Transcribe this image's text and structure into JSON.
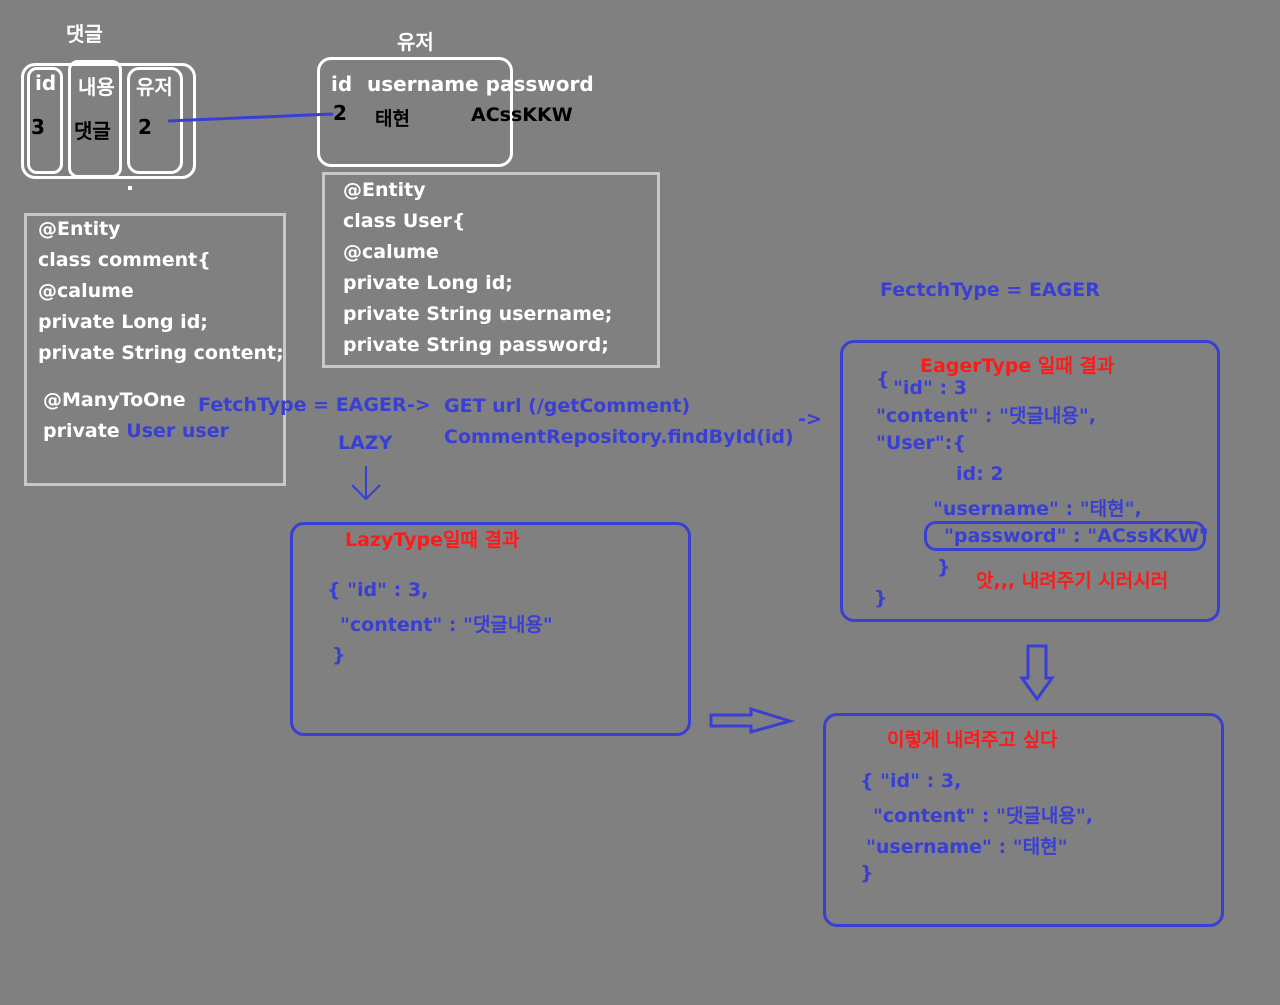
{
  "comment_table": {
    "title": "댓글",
    "headers": [
      "id",
      "내용",
      "유저"
    ],
    "row": [
      "3",
      "댓글",
      "2"
    ]
  },
  "user_table": {
    "title": "유저",
    "headers": [
      "id",
      "username password"
    ],
    "row": [
      "2",
      "태현",
      "ACssKKW"
    ]
  },
  "comment_code": {
    "lines": [
      "@Entity",
      "class comment{",
      "@calume",
      "private Long id;",
      "private String content;"
    ],
    "annotation": "@ManyToOne",
    "field_prefix": "private ",
    "field_type": "User user"
  },
  "user_code": {
    "lines": [
      "@Entity",
      "class User{",
      "@calume",
      "private Long id;",
      "private String username;",
      "private String password;"
    ]
  },
  "flow": {
    "fetch_eager": "FetchType = EAGER",
    "arrow1": "->",
    "request": "GET url (/getComment)",
    "repository": "CommentRepository.findById(id)",
    "arrow2": "->",
    "lazy": "LAZY",
    "top_fetch_label": "FectchType = EAGER"
  },
  "eager_box": {
    "title": "EagerType 일때 결과",
    "lines": [
      "{",
      "\"id\" : 3",
      "\"content\" : \"댓글내용\",",
      "\"User\":{",
      "id: 2",
      "\"username\" : \"태현\",",
      "\"password\" : \"ACssKKW\"",
      "}",
      "}"
    ],
    "note": "앗,,, 내려주기 시러시러"
  },
  "lazy_box": {
    "title": "LazyType일때 결과",
    "lines": [
      "{ \"id\" : 3,",
      "\"content\" : \"댓글내용\"",
      "}"
    ]
  },
  "wanted_box": {
    "title": "이렇게 내려주고 싶다",
    "lines": [
      "{ \"id\" : 3,",
      "\"content\" : \"댓글내용\",",
      "\"username\" : \"태현\"",
      "}"
    ]
  },
  "colors": {
    "background": "#808080",
    "blue": "#3a3fd4",
    "red": "#ff1a1a",
    "white": "#ffffff"
  }
}
